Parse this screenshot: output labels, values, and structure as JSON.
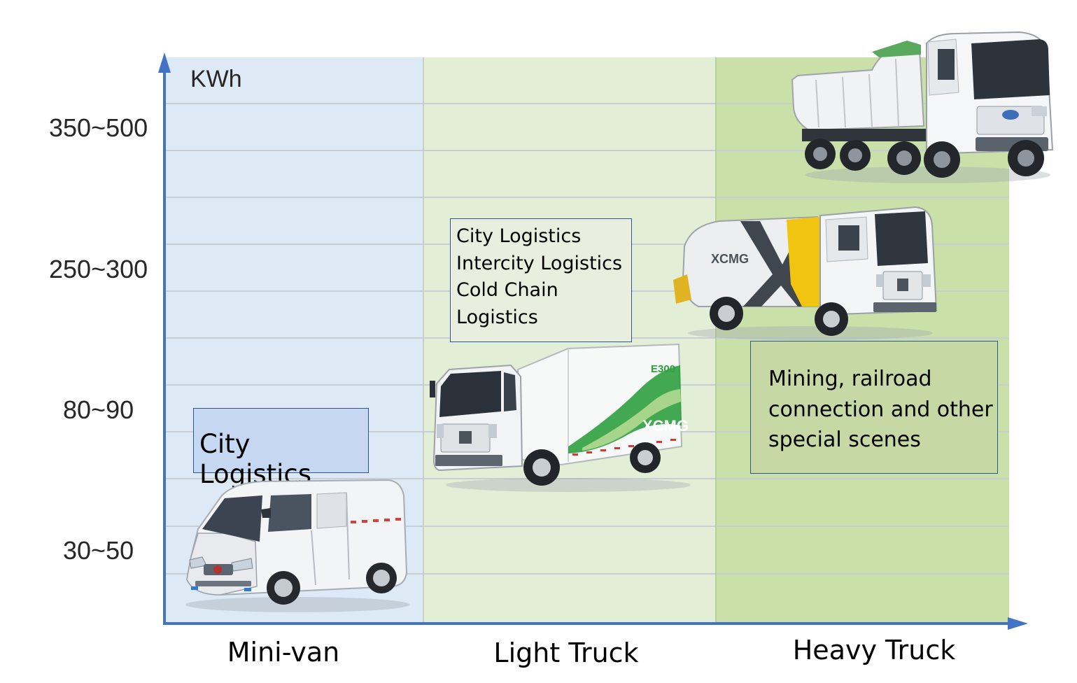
{
  "y_axis": {
    "unit": "KWh",
    "ticks": [
      "350~500",
      "250~300",
      "80~90",
      "30~50"
    ]
  },
  "x_axis": {
    "categories": [
      "Mini-van",
      "Light Truck",
      "Heavy Truck"
    ]
  },
  "callouts": {
    "minivan": {
      "lines": [
        "City Logistics"
      ]
    },
    "light_truck": {
      "lines": [
        "City Logistics",
        "Intercity Logistics",
        "Cold Chain",
        "Logistics"
      ]
    },
    "heavy_truck": {
      "lines": [
        "Mining, railroad",
        "connection and other",
        "special scenes"
      ]
    }
  },
  "vehicle_brands": {
    "light_truck_brand": "XCMG",
    "light_truck_model": "E300",
    "garbage_truck_brand": "XCMG"
  },
  "colors": {
    "axis": "#4472c4",
    "band_minivan": "#dde9f5",
    "band_light_truck": "#e3eed7",
    "band_heavy_truck": "#c9e0a9",
    "grid": "#c8ced4",
    "callout_border": "#2f5597"
  }
}
